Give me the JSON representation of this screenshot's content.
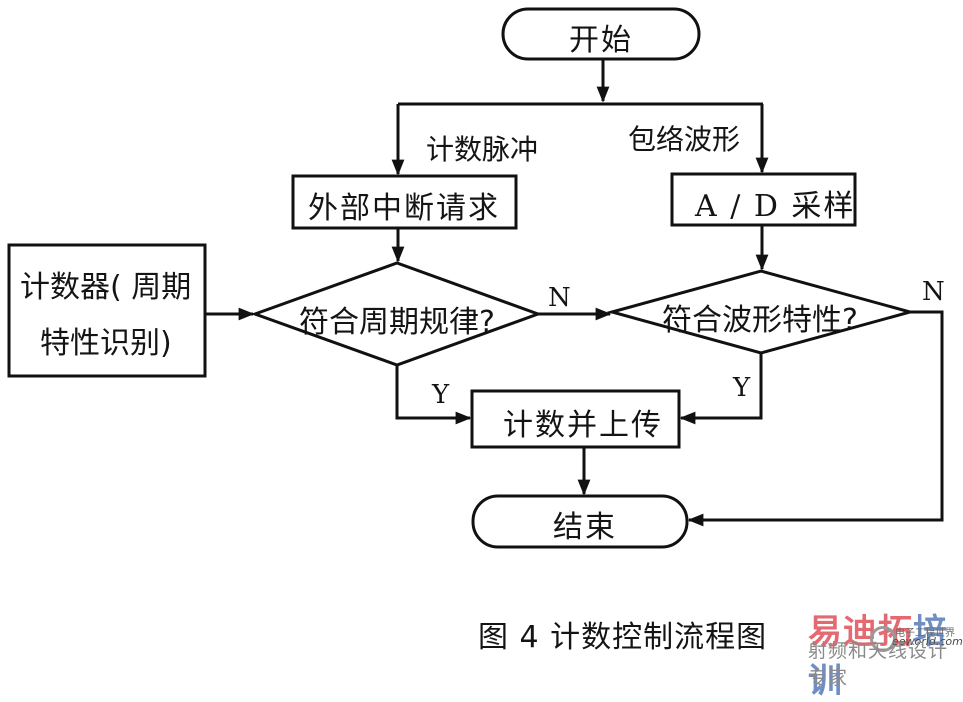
{
  "diagram": {
    "nodes": {
      "start": {
        "label": "开始",
        "shape": "terminal"
      },
      "ext_interrupt": {
        "label": "外部中断请求",
        "shape": "process"
      },
      "ad_sample": {
        "label": "A / D 采样",
        "shape": "process"
      },
      "counter": {
        "label_line1": "计数器( 周期",
        "label_line2": "特性识别)",
        "shape": "process"
      },
      "check_period": {
        "label": "符合周期规律?",
        "shape": "decision"
      },
      "check_wave": {
        "label": "符合波形特性?",
        "shape": "decision"
      },
      "count_upload": {
        "label": "计数并上传",
        "shape": "process"
      },
      "end": {
        "label": "结束",
        "shape": "terminal"
      }
    },
    "edges": {
      "count_pulse": "计数脉冲",
      "envelope_wave": "包络波形",
      "period_no": "N",
      "period_yes": "Y",
      "wave_no": "N",
      "wave_yes": "Y"
    },
    "connections": [
      {
        "from": "start",
        "to": "ext_interrupt",
        "label": "计数脉冲"
      },
      {
        "from": "start",
        "to": "ad_sample",
        "label": "包络波形"
      },
      {
        "from": "ext_interrupt",
        "to": "check_period"
      },
      {
        "from": "counter",
        "to": "check_period"
      },
      {
        "from": "ad_sample",
        "to": "check_wave"
      },
      {
        "from": "check_period",
        "to": "check_wave",
        "label": "N"
      },
      {
        "from": "check_period",
        "to": "count_upload",
        "label": "Y"
      },
      {
        "from": "check_wave",
        "to": "count_upload",
        "label": "Y"
      },
      {
        "from": "check_wave",
        "to": "end",
        "label": "N"
      },
      {
        "from": "count_upload",
        "to": "end"
      }
    ]
  },
  "caption": "图 4 计数控制流程图",
  "watermark": {
    "main": "易迪拓",
    "main_tail": "培训",
    "sub": "射频和天线设计专家",
    "small": "电子工程世界",
    "url": "eeworld.com.cn"
  }
}
